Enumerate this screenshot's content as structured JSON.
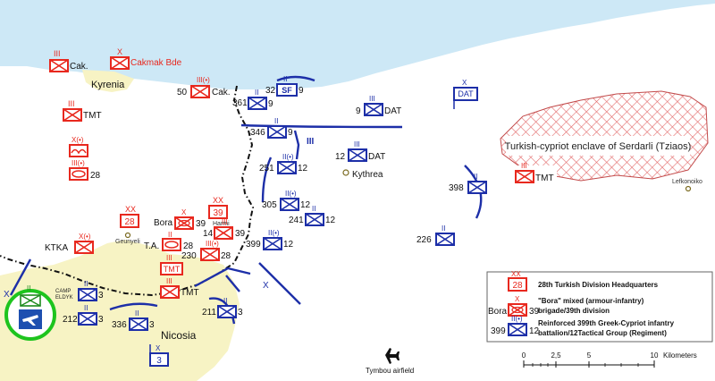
{
  "places": {
    "kyrenia": "Kyrenia",
    "nicosia": "Nicosia",
    "kythrea": "Kythrea",
    "lefkonoiko": "Lefkonoiko",
    "geunyeli": "Geunyeli",
    "harmi": "Harmi",
    "tymbou": "Tymbou airfield",
    "camp_eldyk_1": "CAMP",
    "camp_eldyk_2": "ELDYK",
    "enclave": "Turkish-cypriot enclave of Serdarli (Tziaos)"
  },
  "units": {
    "cak_bde_size": "X",
    "cakmak_bde": "Cakmak Bde",
    "cak": "Cak.",
    "cak2": "Cak.",
    "n50": "50",
    "iii": "III",
    "ii": "II",
    "x": "X",
    "xx": "XX",
    "x_bullet": "X(•)",
    "iii_bullet": "III(•)",
    "ii_bullet": "II(•)",
    "iii_bullet2": "III(•)",
    "tmt": "TMT",
    "dat": "DAT",
    "sf": "SF",
    "n9": "9",
    "n32": "32",
    "n361": "361",
    "n346": "346",
    "n12": "12",
    "n251": "251",
    "n305": "305",
    "n241": "241",
    "n398": "398",
    "n226": "226",
    "n399": "399",
    "n28": "28",
    "n39": "39",
    "n14": "14",
    "n230": "230",
    "n336": "336",
    "n211": "211",
    "n212": "212",
    "n3": "3",
    "bora": "Bora",
    "ta": "T.A.",
    "ktka": "KTKA"
  },
  "legend": {
    "hq_label": "28th Turkish Division Headquarters",
    "hq_number": "28",
    "hq_size": "XX",
    "bora_label_1": "\"Bora\" mixed (armour-infantry)",
    "bora_label_2": "brigade/39th division",
    "bora_name": "Bora",
    "bora_number": "39",
    "bora_size": "X",
    "grc_label_1": "Reinforced 399th Greek-Cypriot infantry",
    "grc_label_2": "battalion/12Tactical Group (Regiment)",
    "grc_number": "399",
    "grc_parent": "12",
    "grc_size": "II(•)"
  },
  "scale": {
    "ticks": [
      "0",
      "2,5",
      "5",
      "10"
    ],
    "unit": "Kilometers"
  },
  "colors": {
    "sea": "#cde8f6",
    "land": "#ffffff",
    "city": "#f7f3c4",
    "turkish": "#e8281e",
    "greek": "#1d2fa8",
    "enclave_hatch": "#e36b6b"
  }
}
